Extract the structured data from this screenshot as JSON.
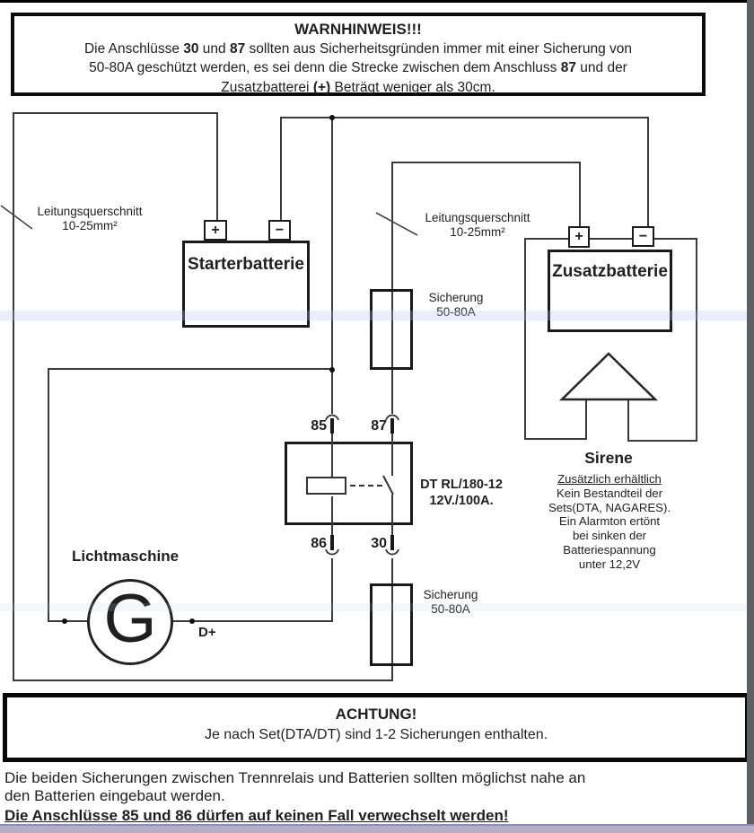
{
  "colors": {
    "wire": "#3b3b3b",
    "box_border": "#1a1a1a",
    "scan_band": "#aec6e6",
    "edge_right": "#5d5d64",
    "edge_bottom": "#b3adc6"
  },
  "warnhinweis": {
    "title": "WARNHINWEIS!!!",
    "l1a": "Die Anschlüsse ",
    "l1b": "30",
    "l1c": " und ",
    "l1d": "87",
    "l1e": " sollten aus Sicherheitsgründen immer mit einer Sicherung von",
    "l2a": "50-80A geschützt werden, es sei denn die Strecke zwischen dem Anschluss ",
    "l2b": "87",
    "l2c": " und der",
    "l3a": "Zusatzbatterei ",
    "l3b": "(+)",
    "l3c": " Beträgt weniger als 30cm."
  },
  "labels": {
    "leitungsquerschnitt_line1": "Leitungsquerschnitt",
    "leitungsquerschnitt_line2": "10-25mm²",
    "sicherung_line1": "Sicherung",
    "sicherung_line2": "50-80A",
    "starterbatterie": "Starterbatterie",
    "zusatzbatterie": "Zusatzbatterie",
    "plus": "+",
    "minus": "−",
    "lichtmaschine": "Lichtmaschine",
    "generator": "G",
    "dplus": "D+",
    "sirene": "Sirene"
  },
  "relay": {
    "t85": "85",
    "t87": "87",
    "t86": "86",
    "t30": "30",
    "name_line1": "DT RL/180-12",
    "name_line2": "12V./100A."
  },
  "sirene_note": {
    "line1": "Zusätzlich erhältlich",
    "line2": "Kein Bestandteil der",
    "line3": "Sets(DTA, NAGARES).",
    "line4": "Ein Alarmton ertönt",
    "line5": "bei sinken der",
    "line6": "Batteriespannung",
    "line7": "unter 12,2V"
  },
  "achtung": {
    "title": "ACHTUNG!",
    "body": "Je nach Set(DTA/DT) sind 1-2 Sicherungen enthalten."
  },
  "footer": {
    "line1": "Die beiden Sicherungen zwischen Trennrelais und Batterien sollten möglichst nahe an",
    "line2": "den Batterien eingebaut werden.",
    "line3": "Die Anschlüsse 85 und 86 dürfen auf keinen Fall verwechselt werden!"
  }
}
